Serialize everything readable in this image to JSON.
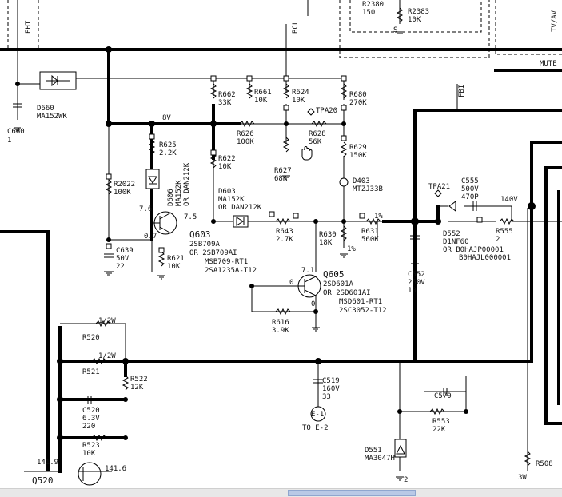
{
  "rails": {
    "eht": "EHT",
    "bcl": "BCL",
    "fbi": "FBI",
    "tv_av": "TV/AV",
    "mute": "MUTE",
    "v8": "8V",
    "v140": "140V"
  },
  "components": {
    "r2380": "R2380",
    "r2380_val": "150",
    "r2383": "R2383",
    "r2383_val": "10K",
    "s_label": "S",
    "d660": "D660",
    "d660_part": "MA152WK",
    "c660": "C660",
    "c660_val": "1",
    "r662": "R662",
    "r662_val": "33K",
    "r661": "R661",
    "r661_val": "10K",
    "r624": "R624",
    "r624_val": "10K",
    "r680": "R680",
    "r680_val": "270K",
    "tpa20": "TPA20",
    "r626": "R626",
    "r626_val": "100K",
    "r628": "R628",
    "r628_val": "56K",
    "r625": "R625",
    "r625_val": "2.2K",
    "r629": "R629",
    "r629_val": "150K",
    "r622": "R622",
    "r622_val": "10K",
    "r627": "R627",
    "r627_val": "68K",
    "r2022": "R2022",
    "r2022_val": "100K",
    "d606": "D606",
    "d606_part": "MA152K",
    "d606_or": "OR DAN212K",
    "d603": "D603",
    "d603_part": "MA152K",
    "d603_or": "OR DAN212K",
    "d403": "D403",
    "d403_part": "MTZJ33B",
    "tpa21": "TPA21",
    "c555": "C555",
    "c555_val": "500V",
    "c555_val2": "470P",
    "q603": "Q603",
    "q603_p1": "2SB709A",
    "q603_p2": "OR 2SB709AI",
    "q603_p3": "MSB709-RT1",
    "q603_p4": "2SA1235A-T12",
    "v76": "7.6",
    "v75": "7.5",
    "v07": "0.7",
    "v71": "7.1",
    "v0a": "0",
    "v0b": "0",
    "r643": "R643",
    "r643_val": "2.7K",
    "r630": "R630",
    "r630_val": "18K",
    "r631": "R631",
    "r631_val": "560K",
    "pct1": "1%",
    "pct2": "1%",
    "d552": "D552",
    "d552_part": "D1NF60",
    "d552_or": "OR B0HAJP00001",
    "d552_or2": "B0HAJL000001",
    "r555": "R555",
    "r555_val": "2",
    "c639": "C639",
    "c639_val": "50V",
    "c639_val2": "22",
    "r621": "R621",
    "r621_val": "10K",
    "c552": "C552",
    "c552_val": "250V",
    "c552_val2": "10",
    "q605": "Q605",
    "q605_p1": "2SD601A",
    "q605_p2": "OR 2SD601AI",
    "q605_p3": "MSD601-RT1",
    "q605_p4": "2SC3052-T12",
    "r520": "R520",
    "r520_w": "1/2W",
    "r521": "R521",
    "r521_w": "1/2W",
    "r616": "R616",
    "r616_val": "3.9K",
    "r522": "R522",
    "r522_val": "12K",
    "c519": "C519",
    "c519_val": "160V",
    "c519_val2": "33",
    "c570": "C570",
    "c520": "C520",
    "c520_val": "6.3V",
    "c520_val2": "220",
    "r553": "R553",
    "r553_val": "22K",
    "e1": "E-1",
    "to_e2": "TO E-2",
    "r523": "R523",
    "r523_val": "10K",
    "d551": "D551",
    "d551_part": "MA3047H",
    "v1419": "141.9",
    "v1416": "141.6",
    "q520": "Q520",
    "r508": "R508",
    "r508_w": "3W",
    "pin2": "2"
  }
}
